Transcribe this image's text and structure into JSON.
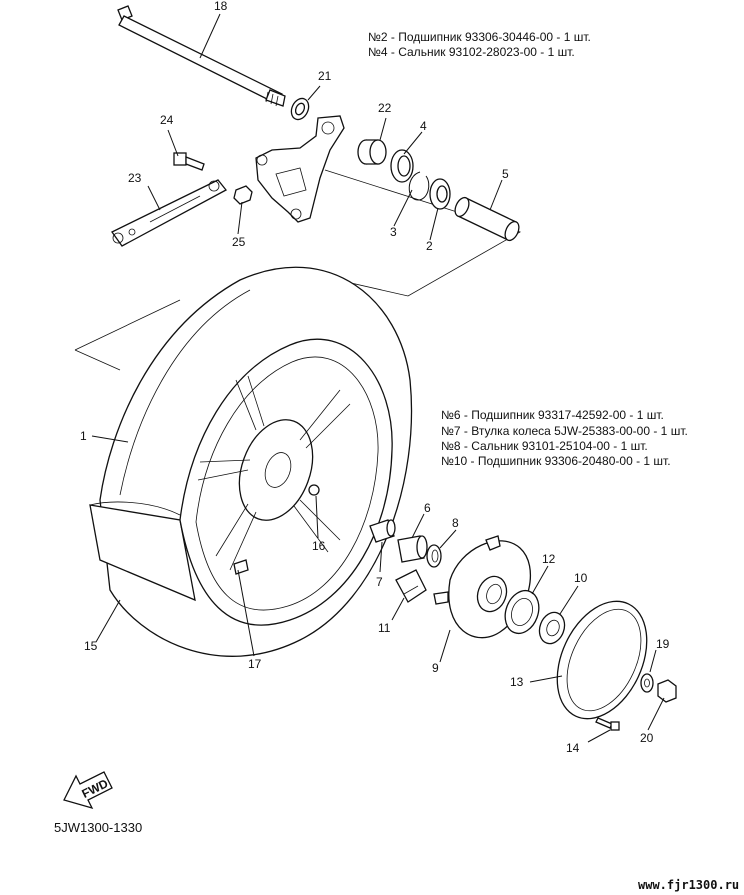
{
  "notes_top": [
    "№2 - Подшипник 93306-30446-00 - 1 шт.",
    "№4 - Сальник 93102-28023-00 - 1 шт."
  ],
  "notes_mid": [
    "№6 - Подшипник 93317-42592-00 - 1 шт.",
    "№7 - Втулка колеса 5JW-25383-00-00 - 1 шт.",
    "№8 - Сальник 93101-25104-00 - 1 шт.",
    "№10 - Подшипник 93306-20480-00 - 1 шт."
  ],
  "callouts": {
    "c18": "18",
    "c21": "21",
    "c22": "22",
    "c4": "4",
    "c24": "24",
    "c23": "23",
    "c25": "25",
    "c5": "5",
    "c3": "3",
    "c2": "2",
    "c1": "1",
    "c16": "16",
    "c6": "6",
    "c8": "8",
    "c7": "7",
    "c12": "12",
    "c10": "10",
    "c11": "11",
    "c15": "15",
    "c9": "9",
    "c17": "17",
    "c19": "19",
    "c13": "13",
    "c20": "20",
    "c14": "14"
  },
  "fwd_label": "FWD",
  "diagram_code": "5JW1300-1330",
  "watermark": "www.fjr1300.ru"
}
